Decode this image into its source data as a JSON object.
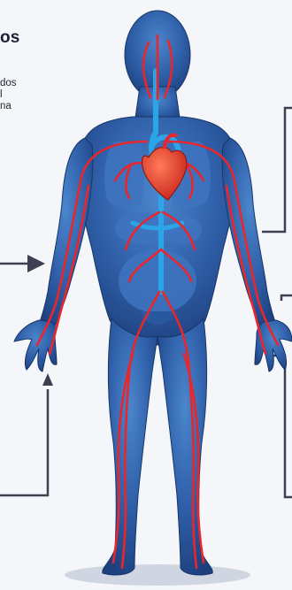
{
  "texts": {
    "title_fragment": "os",
    "desc_lines": [
      "dos",
      "l",
      "na"
    ]
  },
  "colors": {
    "background": "#f4f6f9",
    "body_dark": "#1d3f7c",
    "body_mid": "#2f5fa8",
    "body_light": "#4b86cc",
    "organ": "#3f74c0",
    "artery": "#e8262b",
    "aorta_blue": "#2aa6e8",
    "heart": "#e3402e",
    "connector": "#3c4050",
    "shadow": "#cfd6e2"
  },
  "icons": [
    "arrow-right-icon",
    "arrow-up-icon"
  ]
}
